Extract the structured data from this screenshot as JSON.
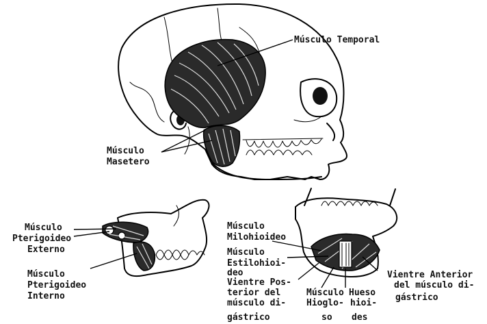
{
  "labels": {
    "temporal": "Músculo Temporal",
    "masetero": [
      "Músculo",
      "Masetero"
    ],
    "pterigoideo_externo": [
      "Músculo",
      "Pterigoideo",
      "Externo"
    ],
    "pterigoideo_interno": [
      "Músculo",
      "Pterigoideo",
      "Interno"
    ],
    "milohioideo": [
      "Músculo",
      "Milohioideo"
    ],
    "estilohioideo": [
      "Músculo",
      "Estilohioi-",
      "deo"
    ],
    "vientre_posterior": [
      "Vientre Pos-",
      "terior del",
      "músculo di-",
      "gástrico"
    ],
    "hiogloso": [
      "Músculo",
      "Hioglo-",
      "so"
    ],
    "hueso_hioides": [
      "Hueso",
      "hioi-",
      "des"
    ],
    "vientre_anterior": [
      "Vientre Anterior",
      "del músculo di-",
      "gástrico"
    ]
  }
}
